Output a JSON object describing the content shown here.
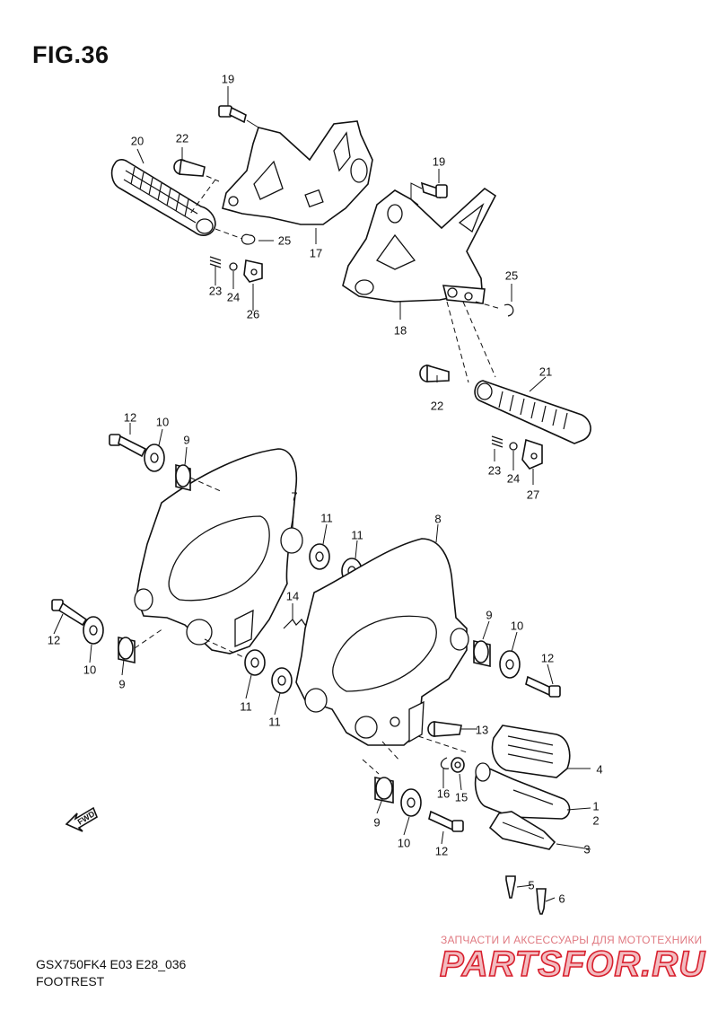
{
  "figure": {
    "title": "FIG.36",
    "code": "GSX750FK4 E03 E28_036",
    "name": "FOOTREST"
  },
  "watermark": {
    "top_text": "ЗАПЧАСТИ И АКСЕССУАРЫ ДЛЯ МОТОТЕХНИКИ",
    "logo_text": "PARTSFOR.RU"
  },
  "fwd_label": "FWD",
  "callouts": [
    {
      "id": "c-19a",
      "text": "19"
    },
    {
      "id": "c-20",
      "text": "20"
    },
    {
      "id": "c-22a",
      "text": "22"
    },
    {
      "id": "c-25a",
      "text": "25"
    },
    {
      "id": "c-17",
      "text": "17"
    },
    {
      "id": "c-23a",
      "text": "23"
    },
    {
      "id": "c-24a",
      "text": "24"
    },
    {
      "id": "c-26",
      "text": "26"
    },
    {
      "id": "c-19b",
      "text": "19"
    },
    {
      "id": "c-25b",
      "text": "25"
    },
    {
      "id": "c-18",
      "text": "18"
    },
    {
      "id": "c-21",
      "text": "21"
    },
    {
      "id": "c-22b",
      "text": "22"
    },
    {
      "id": "c-23b",
      "text": "23"
    },
    {
      "id": "c-24b",
      "text": "24"
    },
    {
      "id": "c-27",
      "text": "27"
    },
    {
      "id": "c-12a",
      "text": "12"
    },
    {
      "id": "c-10a",
      "text": "10"
    },
    {
      "id": "c-9a",
      "text": "9"
    },
    {
      "id": "c-7",
      "text": "7"
    },
    {
      "id": "c-11a",
      "text": "11"
    },
    {
      "id": "c-11b",
      "text": "11"
    },
    {
      "id": "c-8",
      "text": "8"
    },
    {
      "id": "c-14",
      "text": "14"
    },
    {
      "id": "c-12b",
      "text": "12"
    },
    {
      "id": "c-10b",
      "text": "10"
    },
    {
      "id": "c-9b",
      "text": "9"
    },
    {
      "id": "c-9c",
      "text": "9"
    },
    {
      "id": "c-10c",
      "text": "10"
    },
    {
      "id": "c-12c",
      "text": "12"
    },
    {
      "id": "c-11c",
      "text": "11"
    },
    {
      "id": "c-11d",
      "text": "11"
    },
    {
      "id": "c-13",
      "text": "13"
    },
    {
      "id": "c-4",
      "text": "4"
    },
    {
      "id": "c-16",
      "text": "16"
    },
    {
      "id": "c-15",
      "text": "15"
    },
    {
      "id": "c-1",
      "text": "1"
    },
    {
      "id": "c-2",
      "text": "2"
    },
    {
      "id": "c-9d",
      "text": "9"
    },
    {
      "id": "c-10d",
      "text": "10"
    },
    {
      "id": "c-12d",
      "text": "12"
    },
    {
      "id": "c-3",
      "text": "3"
    },
    {
      "id": "c-5",
      "text": "5"
    },
    {
      "id": "c-6",
      "text": "6"
    }
  ]
}
